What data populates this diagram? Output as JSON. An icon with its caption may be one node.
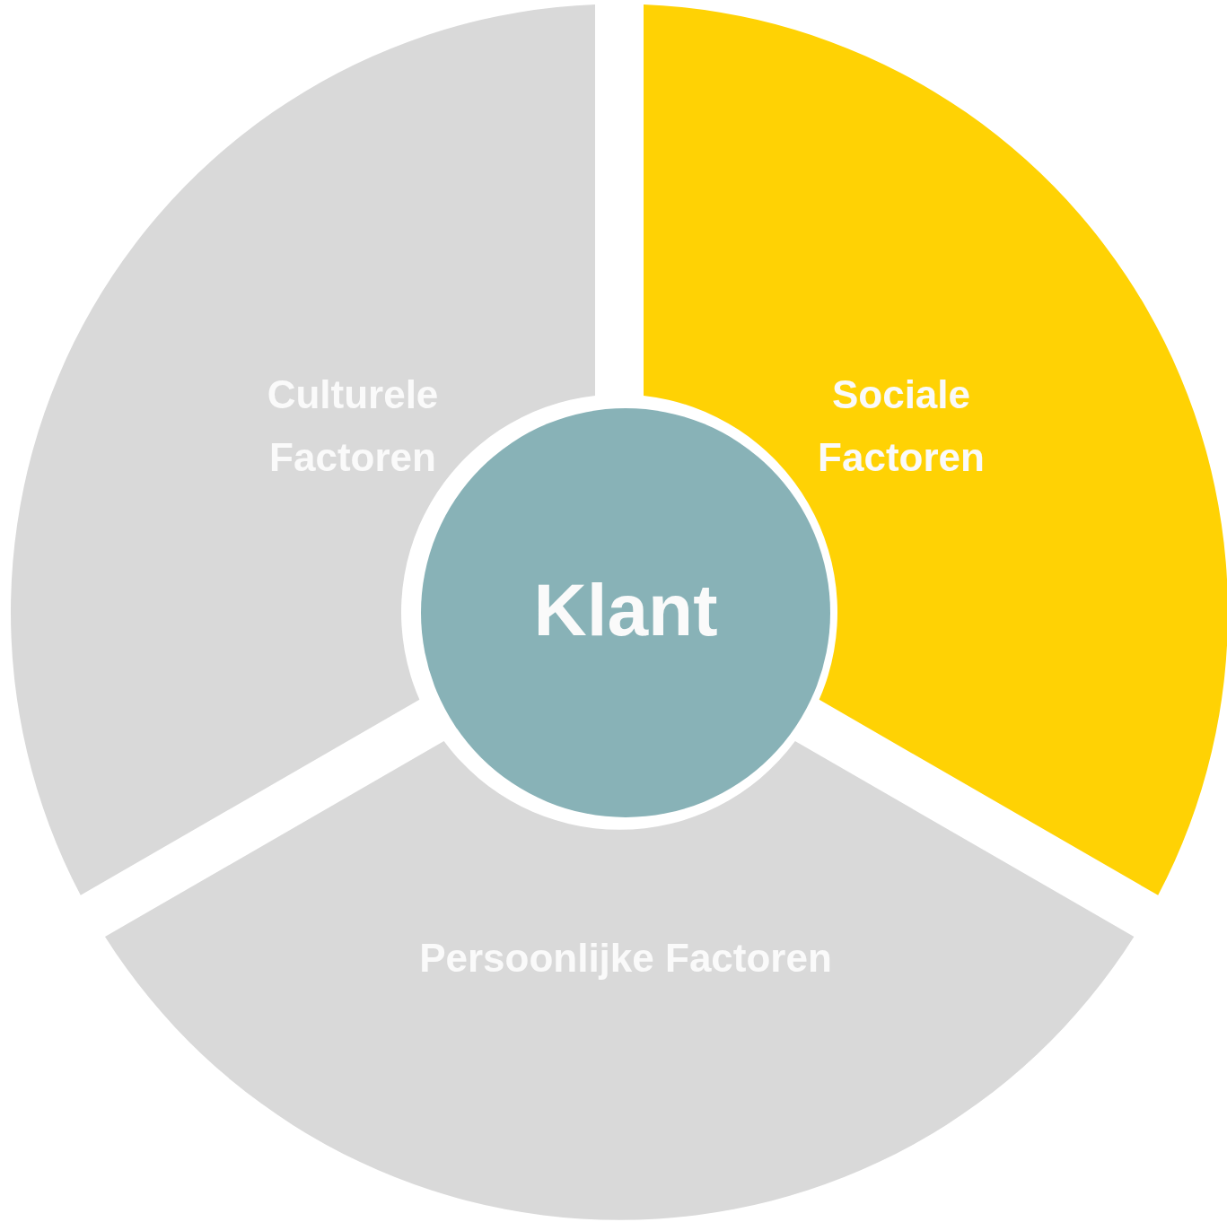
{
  "diagram": {
    "nodes": [
      {
        "text": [
          "Culturele Factoren"
        ]
      },
      {
        "text": [
          "Sociale Factoren"
        ]
      },
      {
        "text": [
          "Klant"
        ]
      },
      {
        "text": [
          "Persoonlijke Factoren"
        ]
      }
    ]
  }
}
